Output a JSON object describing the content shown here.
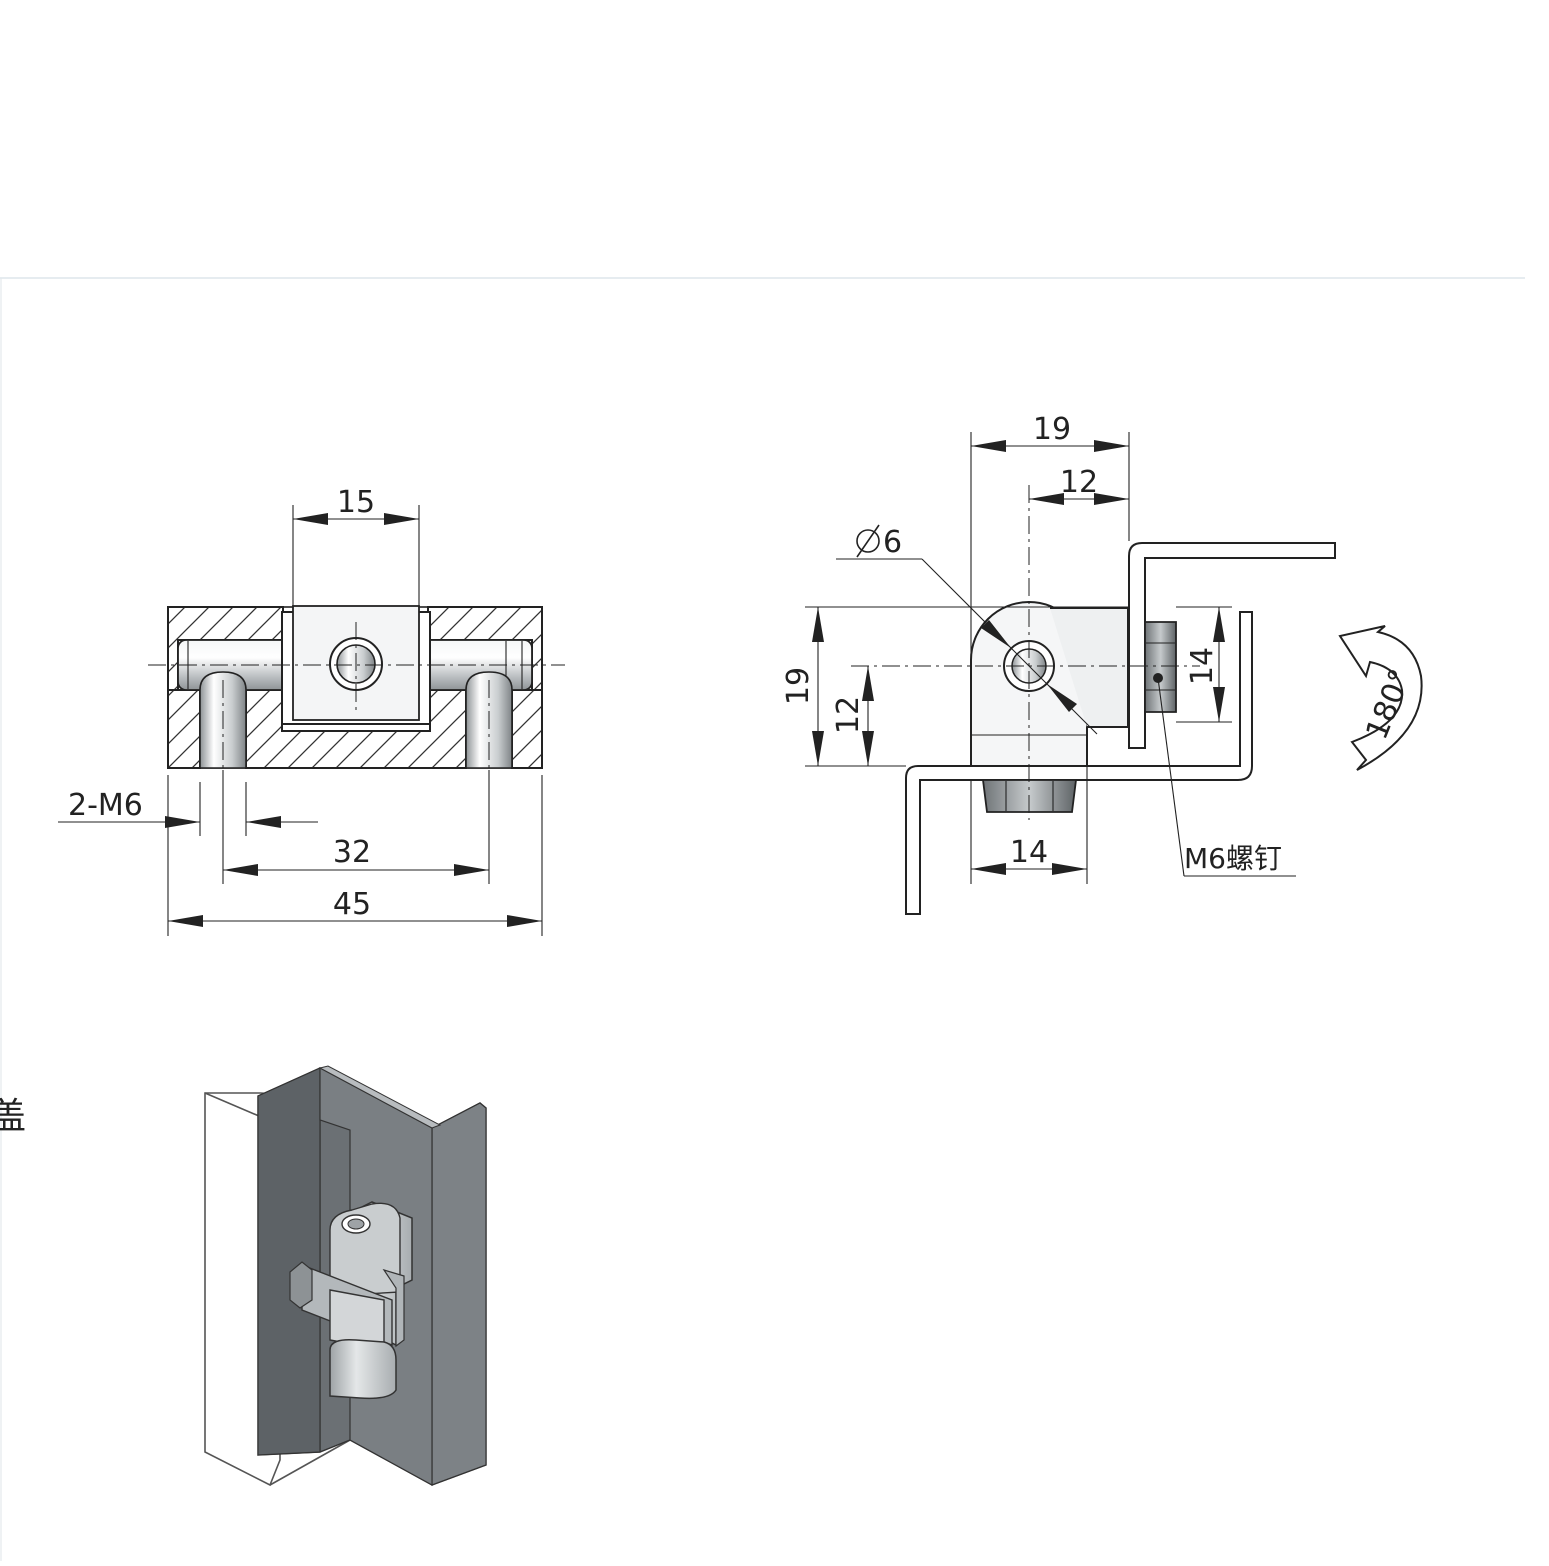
{
  "front_view": {
    "dim_15": "15",
    "dim_32": "32",
    "dim_45": "45",
    "thread_label": "2-M6"
  },
  "side_view": {
    "dim_19_top": "19",
    "dim_12_top": "12",
    "dim_phi_6": "6",
    "dim_19_left": "19",
    "dim_12_left": "12",
    "dim_14_right": "14",
    "dim_14_bottom": "14",
    "screw_label": "M6螺钉",
    "rotation_label": "180°"
  },
  "edge_glyph": "盖",
  "colors": {
    "panel_dark": "#5e6367",
    "panel_mid": "#7b8085",
    "metal_light": "#d9dcde",
    "metal_mid": "#b4b9bc"
  }
}
